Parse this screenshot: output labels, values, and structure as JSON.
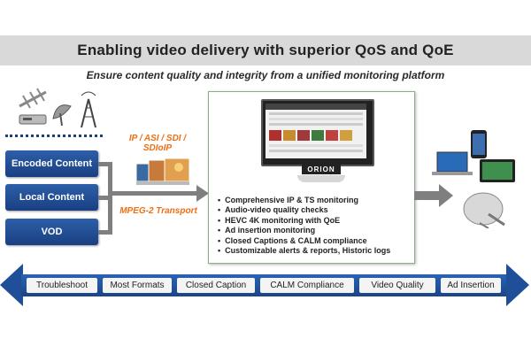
{
  "title": "Enabling  video delivery with superior QoS and QoE",
  "subtitle": "Ensure content quality and integrity from a unified monitoring platform",
  "sources": [
    "Encoded Content",
    "Local Content",
    "VOD"
  ],
  "input_label_line1": "IP / ASI / SDI /",
  "input_label_line2": "SDIoIP",
  "transport_label": "MPEG-2 Transport",
  "product_name": "ORION",
  "features": [
    "Comprehensive IP & TS monitoring",
    "Audio-video quality checks",
    "HEVC 4K monitoring with QoE",
    "Ad insertion monitoring",
    "Closed Captions & CALM compliance",
    "Customizable alerts & reports, Historic logs"
  ],
  "capabilities": [
    "Troubleshoot",
    "Most Formats",
    "Closed Caption",
    "CALM Compliance",
    "Video Quality",
    "Ad Insertion"
  ],
  "colors": {
    "source_box": "#1a3f82",
    "accent_orange": "#ef6f12",
    "connector_grey": "#7f7f7f",
    "strip_blue": "#1f4f98",
    "panel_border": "#8ab08a"
  }
}
